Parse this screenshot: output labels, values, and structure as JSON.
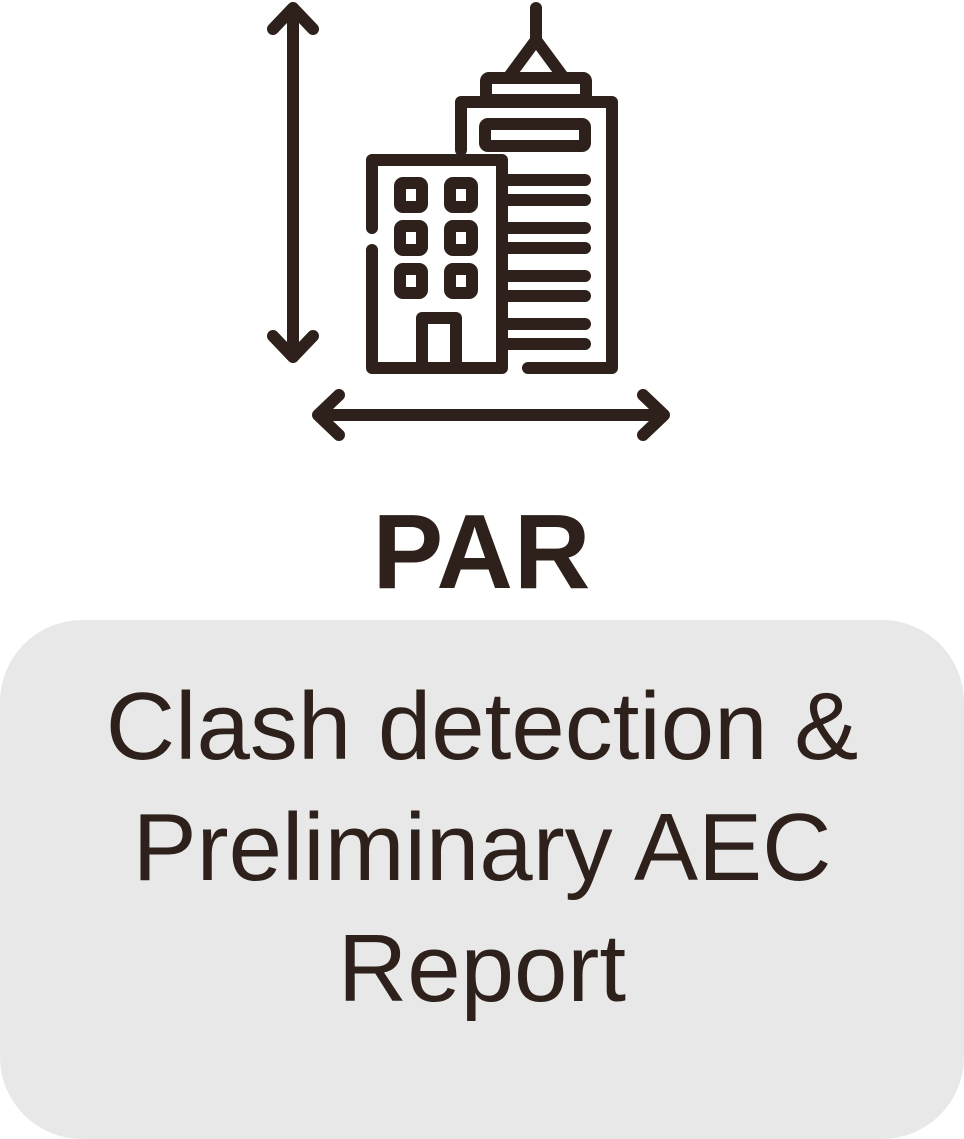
{
  "colors": {
    "ink": "#2e211b",
    "background": "#ffffff",
    "card": "#e9e8e8"
  },
  "icon": {
    "name": "building-dimensions-icon"
  },
  "title": "PAR",
  "card": {
    "lines": [
      "Clash detection &",
      "Preliminary AEC",
      "Report"
    ]
  }
}
